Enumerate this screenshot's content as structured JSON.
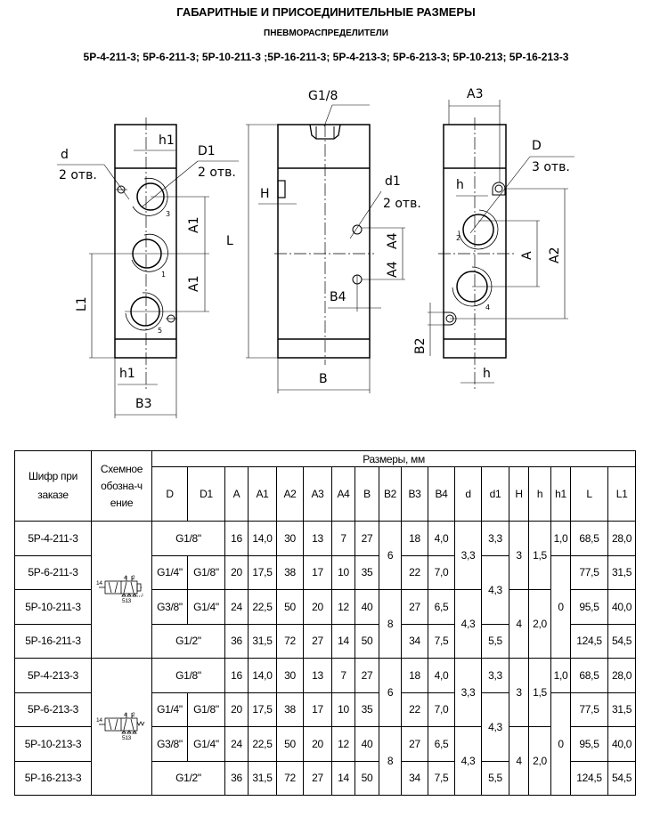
{
  "title": "ГАБАРИТНЫЕ И ПРИСОЕДИНИТЕЛЬНЫЕ РАЗМЕРЫ",
  "subtitle": "ПНЕВМОРАСПРЕДЕЛИТЕЛИ",
  "models_line": "5P-4-211-3; 5P-6-211-3; 5P-10-211-3 ;5P-16-211-3; 5P-4-213-3; 5P-6-213-3; 5P-10-213; 5P-16-213-3",
  "drawing": {
    "left": {
      "d": "d",
      "d_count": "2 отв.",
      "D1": "D1",
      "D1_count": "2 отв.",
      "h1_top": "h1",
      "A1_a": "A1",
      "A1_b": "A1",
      "L1": "L1",
      "h1_bottom": "h1",
      "B3": "B3",
      "port3": "3",
      "port1": "1",
      "port5": "5"
    },
    "middle": {
      "G": "G1/8",
      "H": "H",
      "L": "L",
      "d1": "d1",
      "d1_count": "2 отв.",
      "A4_a": "A4",
      "A4_b": "A4",
      "B4": "B4",
      "B": "B"
    },
    "right": {
      "A3": "A3",
      "D": "D",
      "D_count": "3 отв.",
      "h_top": "h",
      "A": "A",
      "A2": "A2",
      "B2": "B2",
      "h_bottom": "h",
      "port2": "2",
      "port4": "4"
    }
  },
  "table": {
    "col_code": "Шифр при заказе",
    "col_symbol": "Схемное обозна-чение",
    "col_sizes": "Размеры, мм",
    "columns": [
      "D",
      "D1",
      "A",
      "A1",
      "A2",
      "A3",
      "A4",
      "B",
      "B2",
      "B3",
      "B4",
      "d",
      "d1",
      "H",
      "h",
      "h1",
      "L",
      "L1"
    ],
    "symbol_labels": {
      "p14": "14",
      "p4": "4",
      "p2": "2",
      "p513": "513"
    },
    "groups": [
      {
        "rows": [
          [
            {
              "v": "5P-4-211-3"
            },
            {
              "sym": true,
              "rs": 4
            },
            {
              "v": "G1/8\"",
              "cs": 2
            },
            {
              "v": "16"
            },
            {
              "v": "14,0"
            },
            {
              "v": "30"
            },
            {
              "v": "13"
            },
            {
              "v": "7"
            },
            {
              "v": "27"
            },
            {
              "v": "6",
              "rs": 2
            },
            {
              "v": "18"
            },
            {
              "v": "4,0"
            },
            {
              "v": "3,3",
              "rs": 2
            },
            {
              "v": "3,3"
            },
            {
              "v": "3",
              "rs": 2
            },
            {
              "v": "1,5",
              "rs": 2
            },
            {
              "v": "1,0"
            },
            {
              "v": "68,5"
            },
            {
              "v": "28,0"
            }
          ],
          [
            {
              "v": "5P-6-211-3"
            },
            {
              "v": "G1/4\""
            },
            {
              "v": "G1/8\""
            },
            {
              "v": "20"
            },
            {
              "v": "17,5"
            },
            {
              "v": "38"
            },
            {
              "v": "17"
            },
            {
              "v": "10"
            },
            {
              "v": "35"
            },
            {
              "v": "22"
            },
            {
              "v": "7,0"
            },
            {
              "v": "4,3",
              "rs": 2
            },
            {
              "v": "0",
              "rs": 3
            },
            {
              "v": "77,5"
            },
            {
              "v": "31,5"
            }
          ],
          [
            {
              "v": "5P-10-211-3"
            },
            {
              "v": "G3/8\""
            },
            {
              "v": "G1/4\""
            },
            {
              "v": "24"
            },
            {
              "v": "22,5"
            },
            {
              "v": "50"
            },
            {
              "v": "20"
            },
            {
              "v": "12"
            },
            {
              "v": "40"
            },
            {
              "v": "8",
              "rs": 2
            },
            {
              "v": "27"
            },
            {
              "v": "6,5"
            },
            {
              "v": "4,3",
              "rs": 2
            },
            {
              "v": "4",
              "rs": 2
            },
            {
              "v": "2,0",
              "rs": 2
            },
            {
              "v": "95,5"
            },
            {
              "v": "40,0"
            }
          ],
          [
            {
              "v": "5P-16-211-3"
            },
            {
              "v": "G1/2\"",
              "cs": 2
            },
            {
              "v": "36"
            },
            {
              "v": "31,5"
            },
            {
              "v": "72"
            },
            {
              "v": "27"
            },
            {
              "v": "14"
            },
            {
              "v": "50"
            },
            {
              "v": "34"
            },
            {
              "v": "7,5"
            },
            {
              "v": "5,5"
            },
            {
              "v": "124,5"
            },
            {
              "v": "54,5"
            }
          ]
        ],
        "spring": false
      },
      {
        "rows": [
          [
            {
              "v": "5P-4-213-3"
            },
            {
              "sym": true,
              "rs": 4
            },
            {
              "v": "G1/8\"",
              "cs": 2
            },
            {
              "v": "16"
            },
            {
              "v": "14,0"
            },
            {
              "v": "30"
            },
            {
              "v": "13"
            },
            {
              "v": "7"
            },
            {
              "v": "27"
            },
            {
              "v": "6",
              "rs": 2
            },
            {
              "v": "18"
            },
            {
              "v": "4,0"
            },
            {
              "v": "3,3",
              "rs": 2
            },
            {
              "v": "3,3"
            },
            {
              "v": "3",
              "rs": 2
            },
            {
              "v": "1,5",
              "rs": 2
            },
            {
              "v": "1,0"
            },
            {
              "v": "68,5"
            },
            {
              "v": "28,0"
            }
          ],
          [
            {
              "v": "5P-6-213-3"
            },
            {
              "v": "G1/4\""
            },
            {
              "v": "G1/8\""
            },
            {
              "v": "20"
            },
            {
              "v": "17,5"
            },
            {
              "v": "38"
            },
            {
              "v": "17"
            },
            {
              "v": "10"
            },
            {
              "v": "35"
            },
            {
              "v": "22"
            },
            {
              "v": "7,0"
            },
            {
              "v": "4,3",
              "rs": 2
            },
            {
              "v": "0",
              "rs": 3
            },
            {
              "v": "77,5"
            },
            {
              "v": "31,5"
            }
          ],
          [
            {
              "v": "5P-10-213-3"
            },
            {
              "v": "G3/8\""
            },
            {
              "v": "G1/4\""
            },
            {
              "v": "24"
            },
            {
              "v": "22,5"
            },
            {
              "v": "50"
            },
            {
              "v": "20"
            },
            {
              "v": "12"
            },
            {
              "v": "40"
            },
            {
              "v": "8",
              "rs": 2
            },
            {
              "v": "27"
            },
            {
              "v": "6,5"
            },
            {
              "v": "4,3",
              "rs": 2
            },
            {
              "v": "4",
              "rs": 2
            },
            {
              "v": "2,0",
              "rs": 2
            },
            {
              "v": "95,5"
            },
            {
              "v": "40,0"
            }
          ],
          [
            {
              "v": "5P-16-213-3"
            },
            {
              "v": "G1/2\"",
              "cs": 2
            },
            {
              "v": "36"
            },
            {
              "v": "31,5"
            },
            {
              "v": "72"
            },
            {
              "v": "27"
            },
            {
              "v": "14"
            },
            {
              "v": "50"
            },
            {
              "v": "34"
            },
            {
              "v": "7,5"
            },
            {
              "v": "5,5"
            },
            {
              "v": "124,5"
            },
            {
              "v": "54,5"
            }
          ]
        ],
        "spring": true
      }
    ]
  }
}
